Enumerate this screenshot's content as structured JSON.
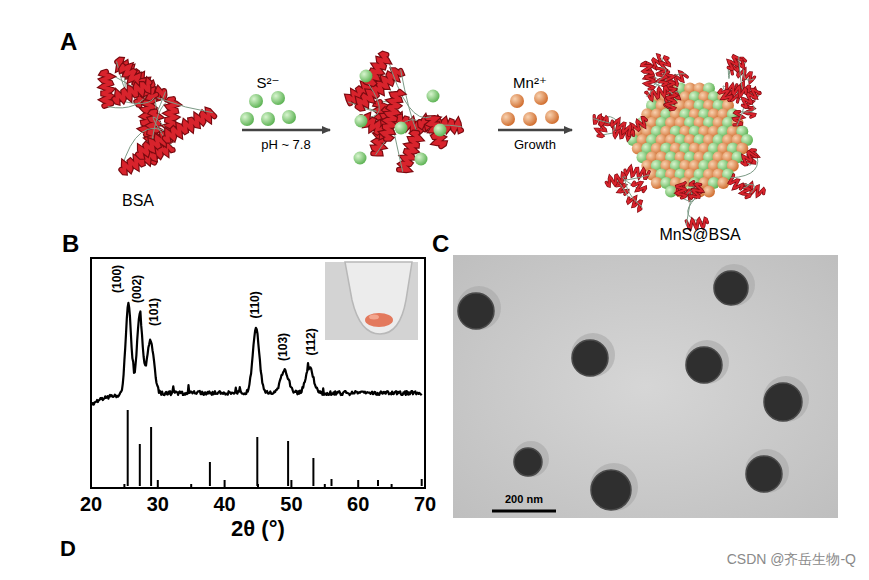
{
  "diagram": {
    "labels": [
      "A",
      "BSA",
      "S²⁻",
      "pH ~ 7.8",
      "Mn²⁺",
      "Growth",
      "MnS@BSA",
      "B",
      "(100)",
      "(002)",
      "(101)",
      "(110)",
      "(103)",
      "(112)",
      "20",
      "30",
      "40",
      "50",
      "60",
      "70",
      "2θ (°)",
      "C",
      "200 nm",
      "D",
      "CSDN @齐岳生物-Q"
    ]
  }
}
